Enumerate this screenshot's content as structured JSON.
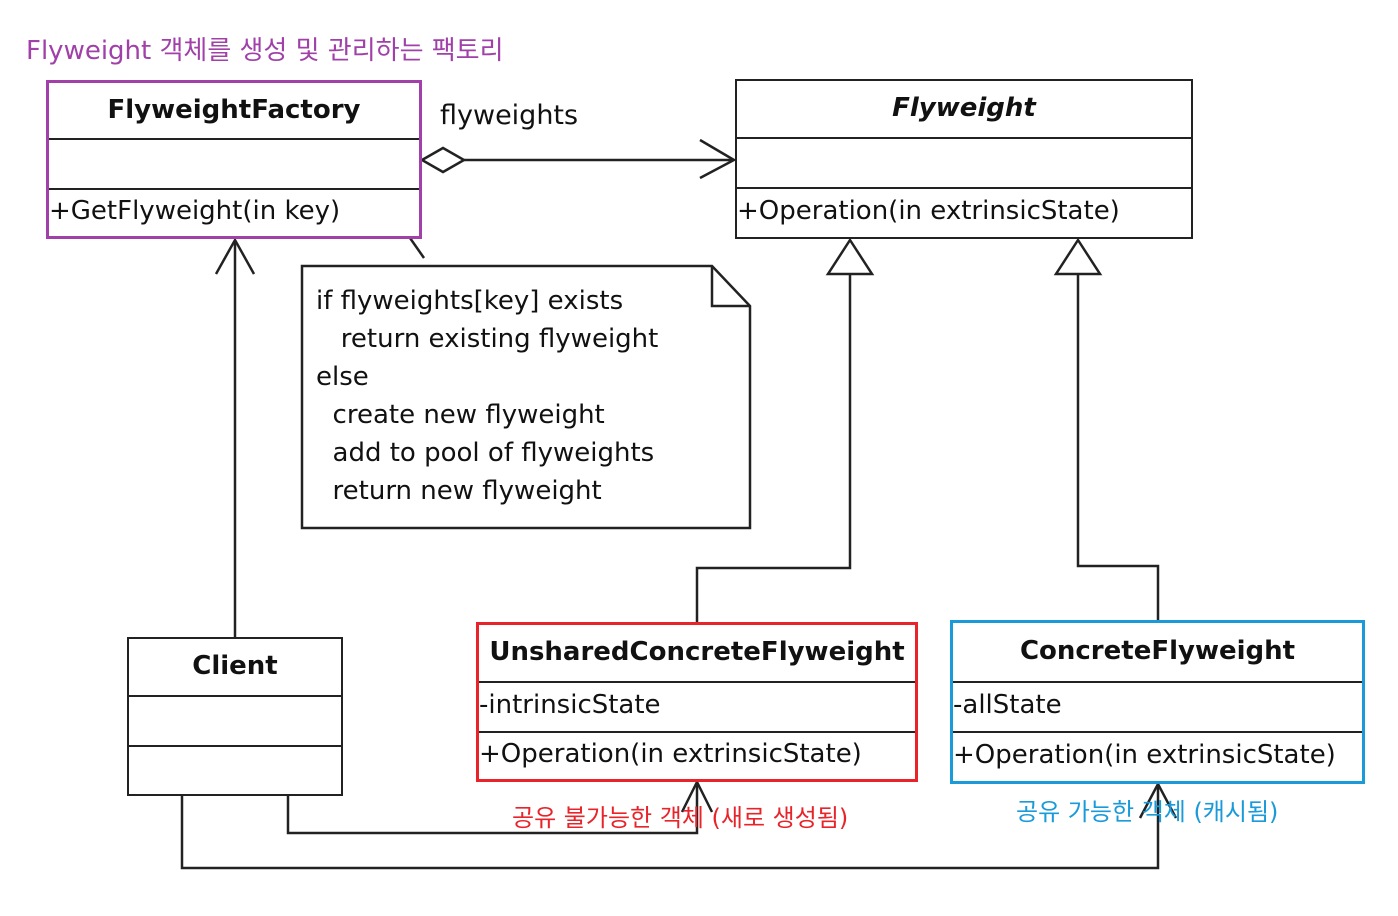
{
  "caption_factory": "Flyweight 객체를 생성 및 관리하는 팩토리",
  "caption_unshared": "공유 불가능한 객체 (새로 생성됨)",
  "caption_shared": "공유 가능한 객체 (캐시됨)",
  "association_label": "flyweights",
  "classes": {
    "factory": {
      "name": "FlyweightFactory",
      "attributes": "",
      "operations": "+GetFlyweight(in key)"
    },
    "flyweight": {
      "name": "Flyweight",
      "attributes": "",
      "operations": "+Operation(in extrinsicState)"
    },
    "client": {
      "name": "Client",
      "attributes": "",
      "operations": ""
    },
    "unshared": {
      "name": "UnsharedConcreteFlyweight",
      "attributes": "-intrinsicState",
      "operations": "+Operation(in extrinsicState)"
    },
    "concrete": {
      "name": "ConcreteFlyweight",
      "attributes": "-allState",
      "operations": "+Operation(in extrinsicState)"
    }
  },
  "note": "if flyweights[key] exists\n   return existing flyweight\nelse\n  create new flyweight\n  add to pool of flyweights\n  return new flyweight",
  "colors": {
    "factory": "#a040a8",
    "unshared": "#e8242a",
    "concrete": "#1a9ad8",
    "line": "#222222"
  }
}
